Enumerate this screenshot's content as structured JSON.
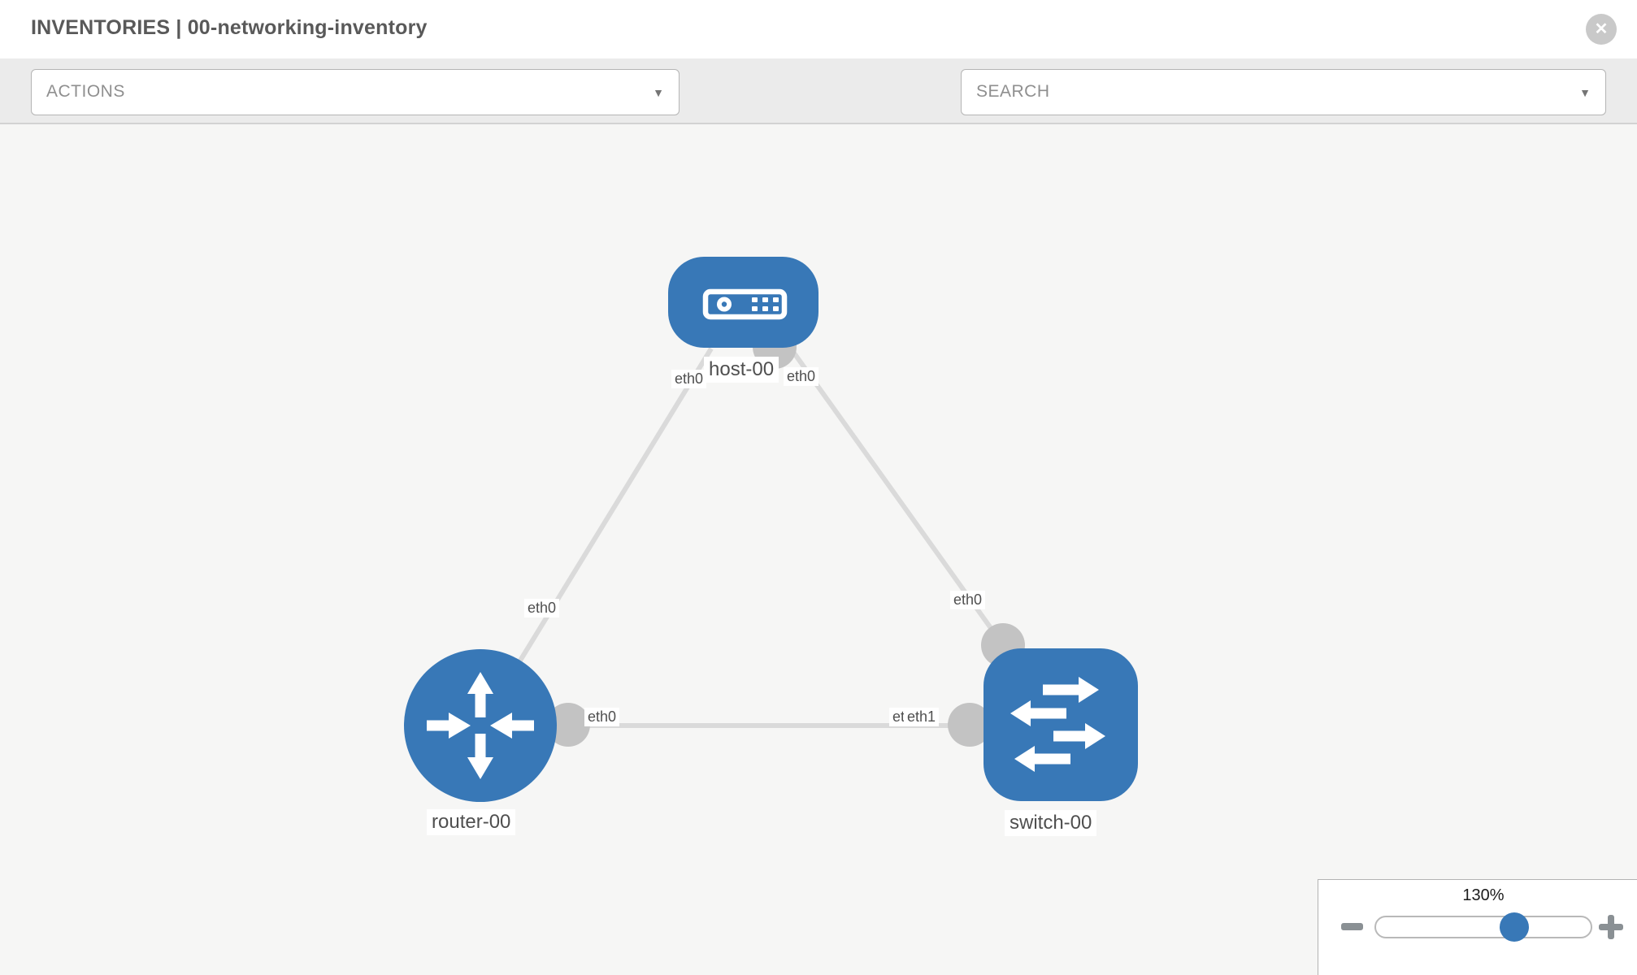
{
  "header": {
    "title": "INVENTORIES | 00-networking-inventory"
  },
  "toolbar": {
    "actions_label": "ACTIONS",
    "search_label": "SEARCH",
    "caret": "▼",
    "icons": [
      "wrench-icon",
      "key-icon"
    ]
  },
  "topology": {
    "nodes": [
      {
        "label": "host-00",
        "type": "host"
      },
      {
        "label": "router-00",
        "type": "router"
      },
      {
        "label": "switch-00",
        "type": "switch"
      }
    ],
    "links": [
      {
        "from": "host-00",
        "to": "router-00",
        "from_interface": "eth0",
        "to_interface": "eth0"
      },
      {
        "from": "host-00",
        "to": "switch-00",
        "from_interface": "eth0",
        "to_interface": "eth0"
      },
      {
        "from": "router-00",
        "to": "switch-00",
        "from_interface": "eth0",
        "to_interface": "eth1"
      }
    ],
    "labels": {
      "host": "host-00",
      "router": "router-00",
      "switch": "switch-00",
      "eth_host_left": "eth0",
      "eth_host_right": "eth0",
      "eth_router_upper": "eth0",
      "eth_switch_upper": "eth0",
      "eth_router_bottom": "eth0",
      "eth_switch_bottom_hidden": "eth0",
      "eth_switch_bottom": "eth1"
    }
  },
  "zoom_control": {
    "level": "130%"
  },
  "colors": {
    "node_blue": "#3878b7",
    "edge_gray": "#dadada",
    "port_gray": "#c3c3c3",
    "toolbar_bg": "#ebebeb",
    "canvas_bg": "#f6f6f5"
  },
  "close_label": "✕"
}
